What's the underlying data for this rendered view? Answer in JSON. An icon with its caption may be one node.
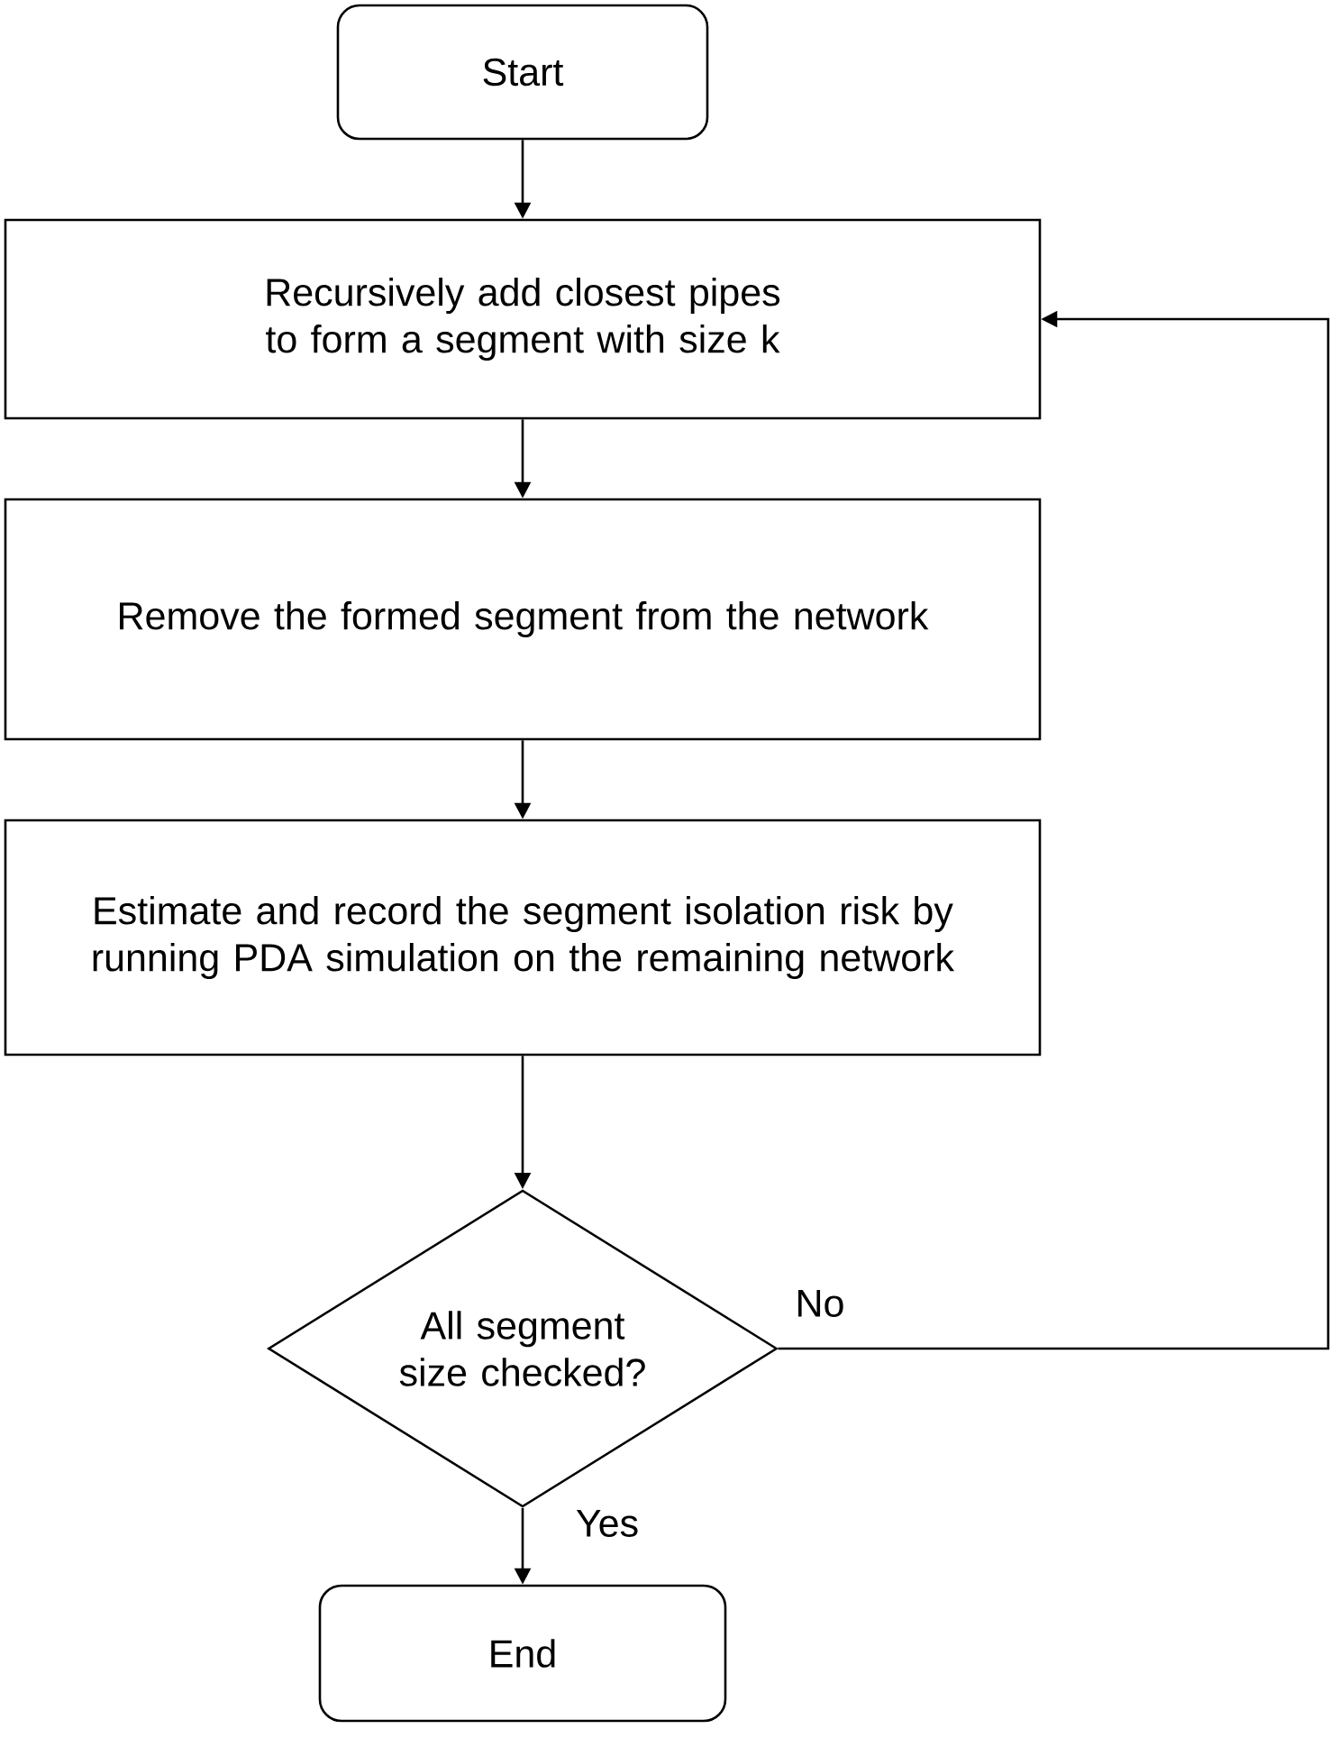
{
  "diagram": {
    "nodes": [
      {
        "text": [
          "Start"
        ]
      },
      {
        "text": [
          "Recursively add closest pipes to form a segment with size k"
        ]
      },
      {
        "text": [
          "Remove the formed segment from the network"
        ]
      },
      {
        "text": [
          "Estimate and record the segment isolation risk by running PDA simulation on the remaining network"
        ]
      },
      {
        "text": [
          "All segment size checked?"
        ]
      },
      {
        "text": [
          "End"
        ]
      }
    ],
    "edges": [
      {
        "from": 0,
        "to": 1,
        "arrow": "to"
      },
      {
        "from": 1,
        "to": 2,
        "arrow": "to"
      },
      {
        "from": 2,
        "to": 3,
        "arrow": "to"
      },
      {
        "from": 3,
        "to": 4,
        "arrow": "to"
      },
      {
        "from": 4,
        "to": 1,
        "arrow": "to",
        "label": "No"
      },
      {
        "from": 4,
        "to": 5,
        "arrow": "to",
        "label": "Yes"
      }
    ]
  }
}
